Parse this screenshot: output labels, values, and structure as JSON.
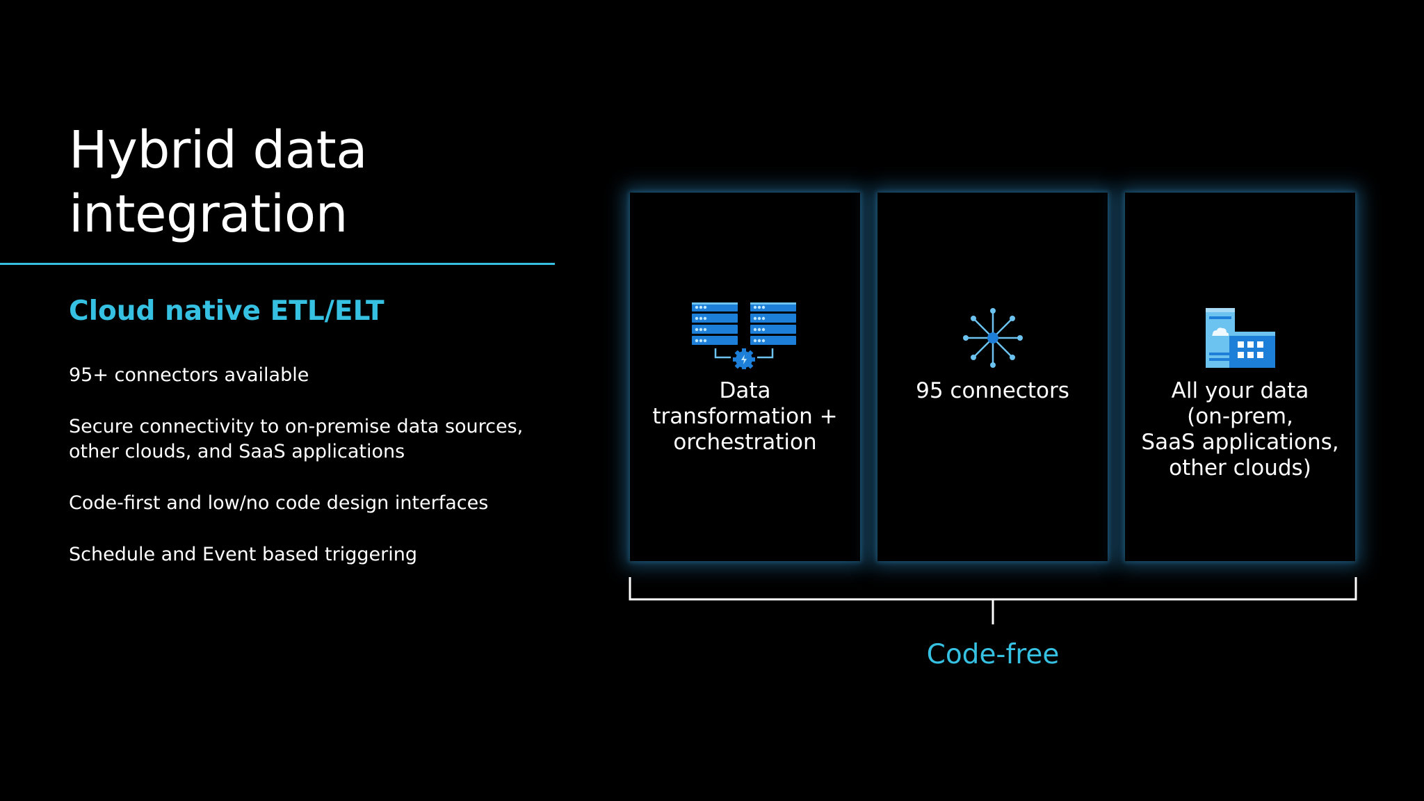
{
  "slide": {
    "title_lines": [
      "Hybrid data",
      "integration"
    ],
    "subtitle": "Cloud native ETL/ELT",
    "bullets": [
      {
        "lines": [
          "95+ connectors available"
        ]
      },
      {
        "lines": [
          "Secure connectivity to on-premise data sources,",
          "other clouds, and SaaS applications"
        ]
      },
      {
        "lines": [
          "Code-first and low/no code design interfaces"
        ]
      },
      {
        "lines": [
          "Schedule and Event based triggering"
        ]
      }
    ],
    "panels": [
      {
        "icon": "server-pipeline-icon",
        "lines": [
          "Data",
          "transformation +",
          "orchestration"
        ]
      },
      {
        "icon": "connector-hub-icon",
        "lines": [
          "95 connectors"
        ]
      },
      {
        "icon": "building-data-icon",
        "lines": [
          "All your data",
          "(on-prem,",
          "SaaS applications,",
          "other clouds)"
        ]
      }
    ],
    "bracket_label": "Code-free"
  },
  "colors": {
    "background": "#000000",
    "accent": "#36c1e3",
    "text": "#ffffff",
    "icon_blue": "#1e7fd8",
    "icon_light": "#6cc3f0"
  }
}
